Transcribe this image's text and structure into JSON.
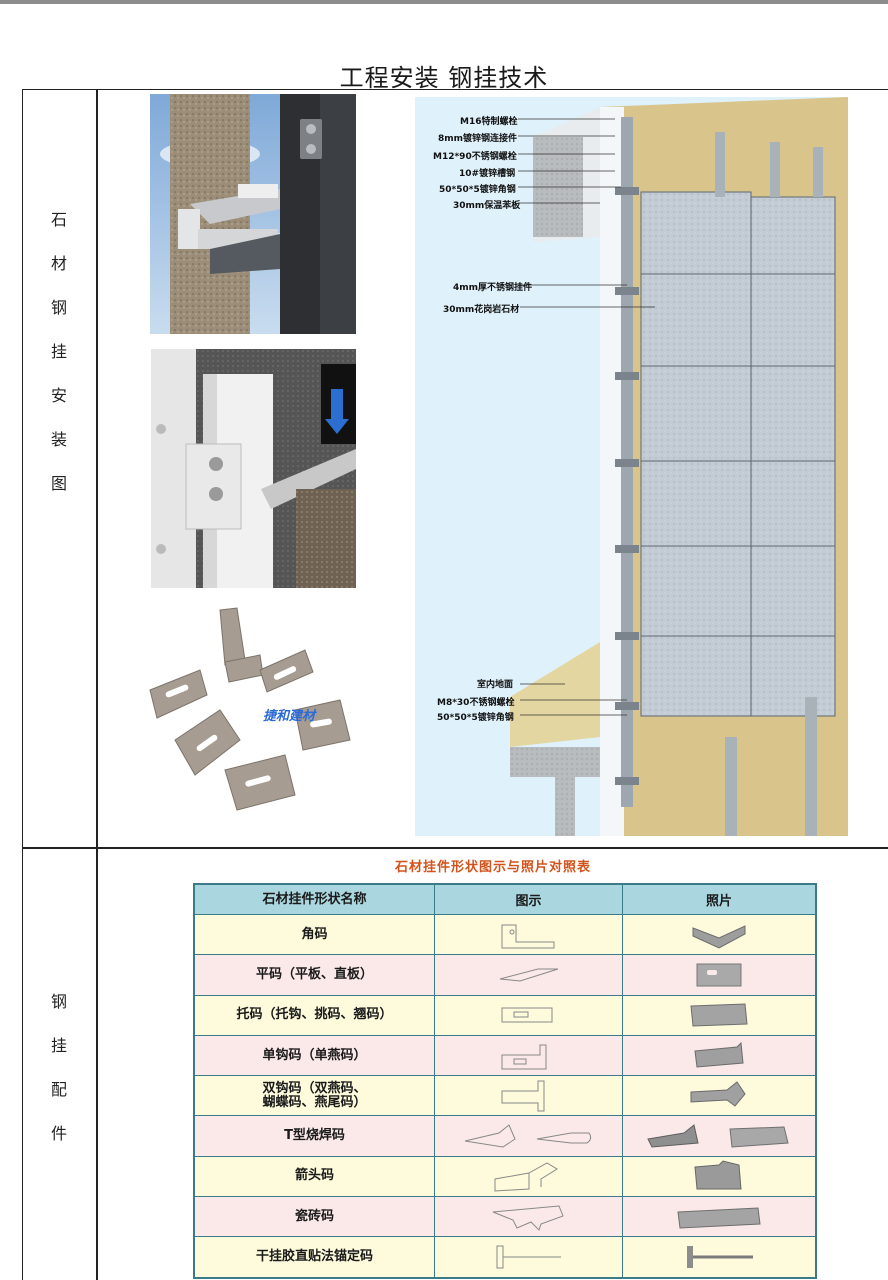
{
  "title": "工程安装 钢挂技术",
  "side_labels": {
    "install": "石材钢挂安装图",
    "parts": "钢挂配件"
  },
  "watermark": "捷和建材",
  "callouts": {
    "top": [
      "M16特制螺栓",
      "8mm镀锌钢连接件",
      "M12*90不锈钢螺栓",
      "10#镀锌槽钢",
      "50*50*5镀锌角钢",
      "30mm保温苯板"
    ],
    "middle": [
      "4mm厚不锈钢挂件",
      "30mm花岗岩石材"
    ],
    "bottom": [
      "室内地面",
      "M8*30不锈钢螺栓",
      "50*50*5镀锌角钢"
    ]
  },
  "table": {
    "title": "石材挂件形状图示与照片对照表",
    "headers": [
      "石材挂件形状名称",
      "图示",
      "照片"
    ],
    "rows": [
      {
        "name": "角码"
      },
      {
        "name": "平码（平板、直板）"
      },
      {
        "name": "托码（托钩、挑码、翘码）"
      },
      {
        "name": "单钩码（单燕码）"
      },
      {
        "name": "双钩码（双燕码、",
        "name2": "蝴蝶码、燕尾码）"
      },
      {
        "name": "T型烧焊码"
      },
      {
        "name": "箭头码"
      },
      {
        "name": "瓷砖码"
      },
      {
        "name": "干挂胶直贴法锚定码"
      }
    ]
  }
}
